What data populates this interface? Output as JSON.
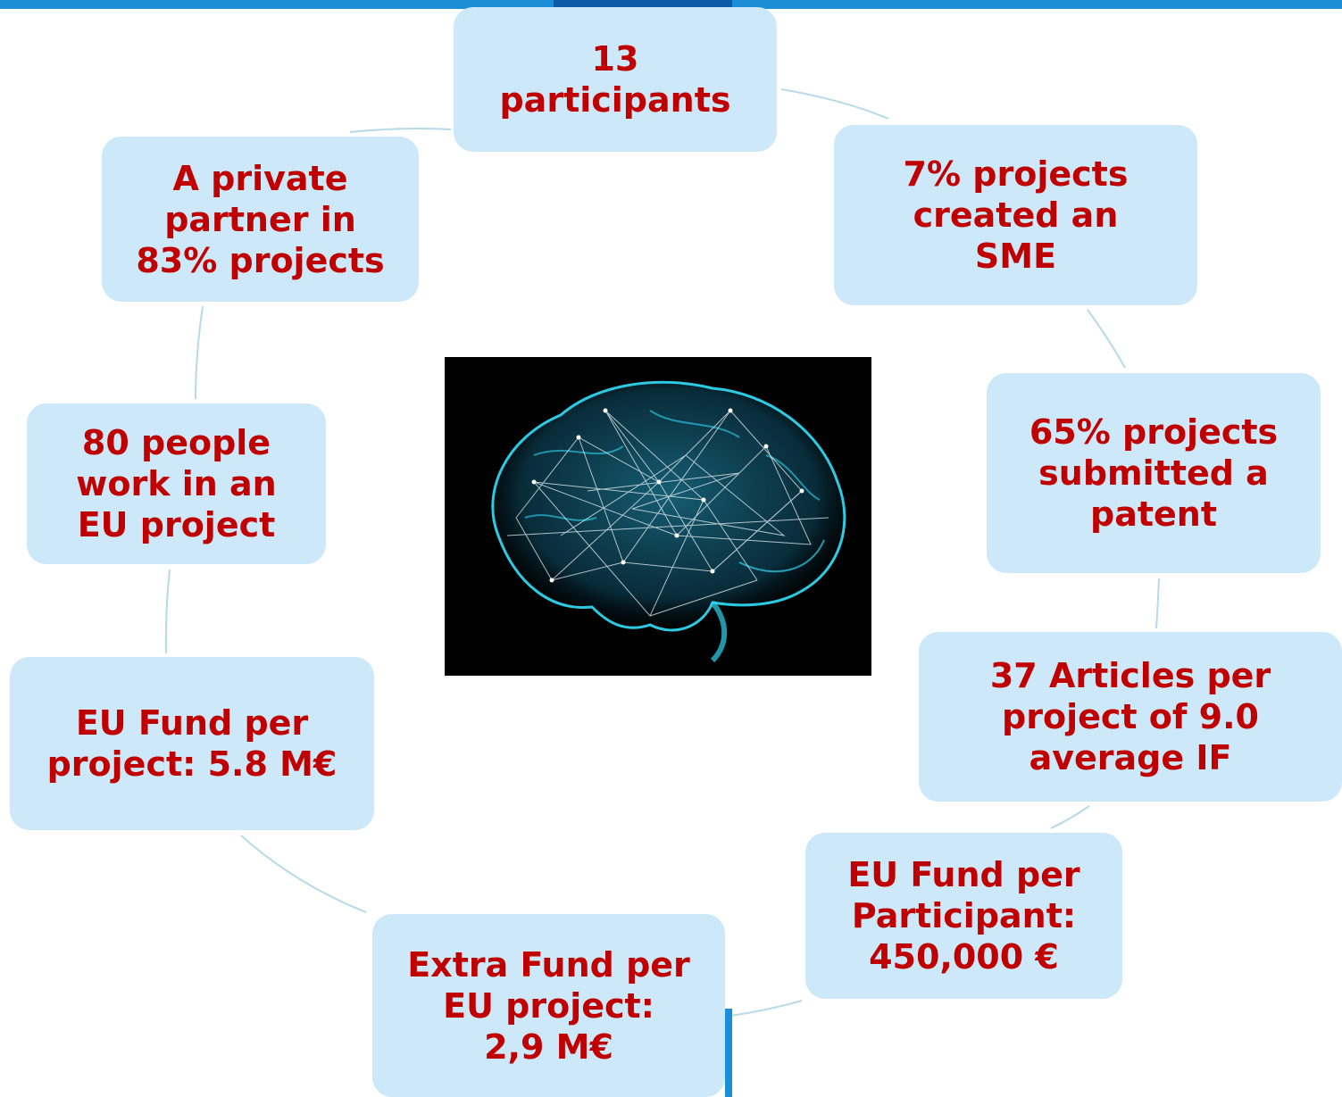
{
  "nodes": [
    {
      "id": "participants",
      "text": "13\nparticipants"
    },
    {
      "id": "sme",
      "text": "7% projects\ncreated an\nSME"
    },
    {
      "id": "patent",
      "text": "65% projects\nsubmitted a\npatent"
    },
    {
      "id": "articles",
      "text": "37 Articles per\nproject of 9.0\naverage IF"
    },
    {
      "id": "fund-participant",
      "text": "EU Fund per\nParticipant:\n450,000 €"
    },
    {
      "id": "extra-fund",
      "text": "Extra Fund per\nEU project:\n2,9 M€"
    },
    {
      "id": "fund-project",
      "text": "EU Fund per\nproject: 5.8 M€"
    },
    {
      "id": "people",
      "text": "80 people\nwork in an\nEU project"
    },
    {
      "id": "private-partner",
      "text": "A private\npartner in\n83% projects"
    }
  ],
  "colors": {
    "node_fill": "#cde8f8",
    "text": "#c00000",
    "connector": "#b5dbe6",
    "accent_bar": "#1a8fd8",
    "brain_glow": "#2fd6f0"
  },
  "center_image": {
    "icon": "brain-network-icon"
  }
}
